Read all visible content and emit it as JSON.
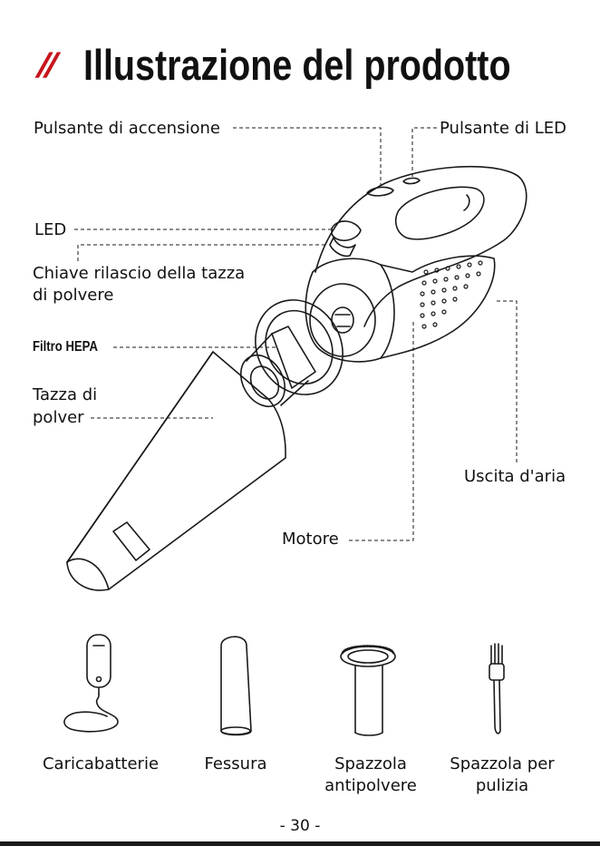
{
  "title": "Illustrazione del prodotto",
  "title_mark": "//",
  "labels": {
    "power_button": "Pulsante di accensione",
    "led_button": "Pulsante di LED",
    "led": "LED",
    "release_key_line1": "Chiave rilascio della tazza",
    "release_key_line2": "di polvere",
    "hepa_filter": "Filtro HEPA",
    "dust_cup_line1": "Tazza di",
    "dust_cup_line2": "polver",
    "air_outlet": "Uscita d'aria",
    "motor": "Motore"
  },
  "accessories": [
    {
      "line1": "Caricabatterie",
      "line2": "",
      "icon": "charger-icon"
    },
    {
      "line1": "Fessura",
      "line2": "",
      "icon": "crevice-tool-icon"
    },
    {
      "line1": "Spazzola",
      "line2": "antipolvere",
      "icon": "dust-brush-icon"
    },
    {
      "line1": "Spazzola per",
      "line2": "pulizia",
      "icon": "cleaning-brush-icon"
    }
  ],
  "page_number": "- 30 -",
  "colors": {
    "accent": "#c7151c",
    "ink": "#111111"
  }
}
